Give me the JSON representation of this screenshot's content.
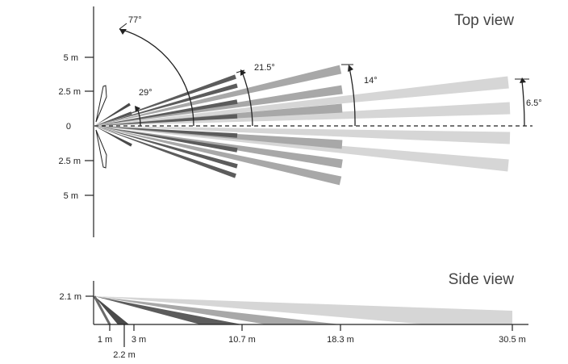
{
  "top_view": {
    "title": "Top view",
    "y_axis_labels": [
      "5 m",
      "2.5 m",
      "0",
      "2.5 m",
      "5 m"
    ],
    "angles": [
      "77°",
      "29°",
      "21.5°",
      "14°",
      "6.5°"
    ]
  },
  "side_view": {
    "title": "Side view",
    "height_label": "2.1 m",
    "distance_labels": [
      "1 m",
      "2.2 m",
      "3 m",
      "10.7 m",
      "18.3 m",
      "30.5 m"
    ]
  },
  "colors": {
    "zone_2_2m": "#4a4a4a",
    "zone_10_7m": "#5c5c5c",
    "zone_18_3m": "#a8a8a8",
    "zone_30_5m": "#d6d6d6",
    "axis": "#222222"
  }
}
